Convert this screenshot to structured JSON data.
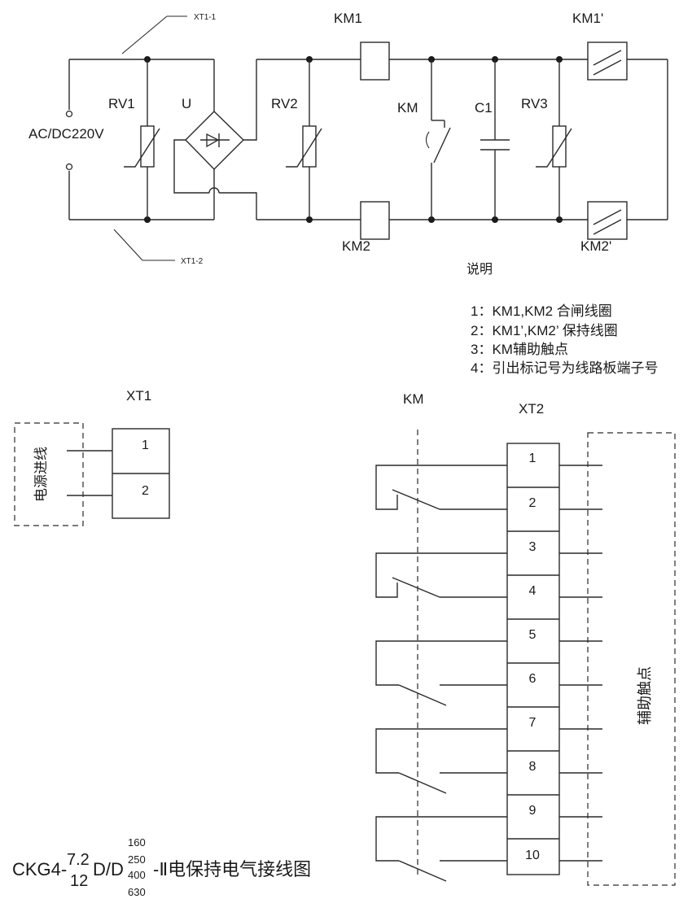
{
  "top": {
    "xt1_1": "XT1-1",
    "xt1_2": "XT1-2",
    "supply": "AC/DC220V",
    "rv1": "RV1",
    "u": "U",
    "rv2": "RV2",
    "km1": "KM1",
    "km2": "KM2",
    "km": "KM",
    "c1": "C1",
    "rv3": "RV3",
    "km1p": "KM1'",
    "km2p": "KM2'"
  },
  "notes": {
    "title": "说明",
    "items": [
      "1：KM1,KM2 合闸线圈",
      "2：KM1’,KM2’  保持线圈",
      "3：KM辅助触点",
      "4：引出标记号为线路板端子号"
    ]
  },
  "xt1": {
    "label": "XT1",
    "box_label": "电源进线",
    "terminals": [
      "1",
      "2"
    ]
  },
  "xt2": {
    "km_label": "KM",
    "label": "XT2",
    "box_label": "辅助触点",
    "terminals": [
      "1",
      "2",
      "3",
      "4",
      "5",
      "6",
      "7",
      "8",
      "9",
      "10"
    ]
  },
  "caption": {
    "prefix": "CKG4-",
    "frac_top": "7.2",
    "frac_bottom": "12",
    "mid": "D/D",
    "ratings": [
      "160",
      "250",
      "400",
      "630"
    ],
    "suffix": "-Ⅱ电保持电气接线图"
  }
}
